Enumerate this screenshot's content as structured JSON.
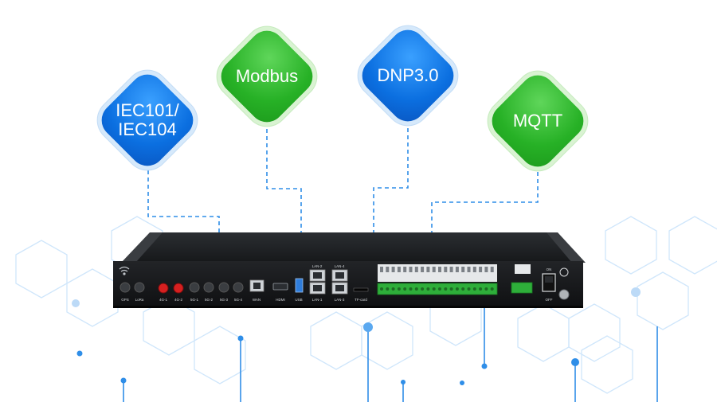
{
  "protocols": [
    {
      "id": "iec",
      "line1": "IEC101/",
      "line2": "IEC104",
      "color": "blue"
    },
    {
      "id": "modbus",
      "line1": "Modbus",
      "line2": "",
      "color": "green"
    },
    {
      "id": "dnp",
      "line1": "DNP3.0",
      "line2": "",
      "color": "blue"
    },
    {
      "id": "mqtt",
      "line1": "MQTT",
      "line2": "",
      "color": "green"
    }
  ],
  "device": {
    "ports": {
      "gps": "GPS",
      "lora": "LoRa",
      "g4_1": "4G-1",
      "g4_2": "4G-2",
      "g5_1": "5G-1",
      "g5_2": "5G-2",
      "g5_3": "5G-3",
      "g5_4": "5G-4",
      "wan": "WAN",
      "hdmi": "HDMI",
      "usb": "USB",
      "lan1": "LAN-1",
      "lan2": "LAN-2",
      "lan3": "LAN-3",
      "lan4": "LAN-4",
      "tf": "TF-card",
      "on": "ON",
      "off": "OFF"
    }
  },
  "colors": {
    "blue": "#0b6fe0",
    "green": "#27b126",
    "dash": "#2f8ee8",
    "hex_line": "#cfe6fb",
    "device": "#1d1f22"
  }
}
